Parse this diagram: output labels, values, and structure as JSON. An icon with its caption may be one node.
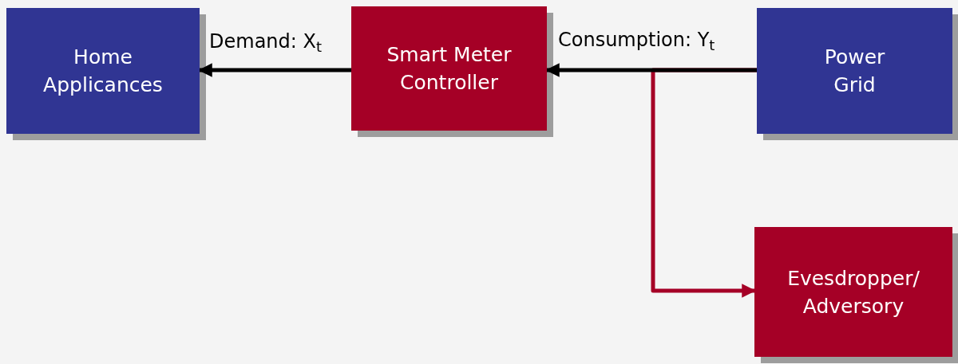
{
  "diagram": {
    "nodes": [
      {
        "text": [
          "Home Applicances"
        ]
      },
      {
        "text": [
          "Smart Meter Controller"
        ]
      },
      {
        "text": [
          "Power Grid"
        ]
      },
      {
        "text": [
          "Evesdropper/ Adversory"
        ]
      }
    ],
    "edges": [
      {
        "from": 1,
        "to": 0,
        "arrow": "to",
        "label": "Demand: X$_{t}$"
      },
      {
        "from": 2,
        "to": 1,
        "arrow": "to",
        "label": "Consumption: Y$_{t}$"
      },
      {
        "from": 2,
        "to": 3,
        "arrow": "to",
        "color": "#a50026"
      }
    ]
  }
}
